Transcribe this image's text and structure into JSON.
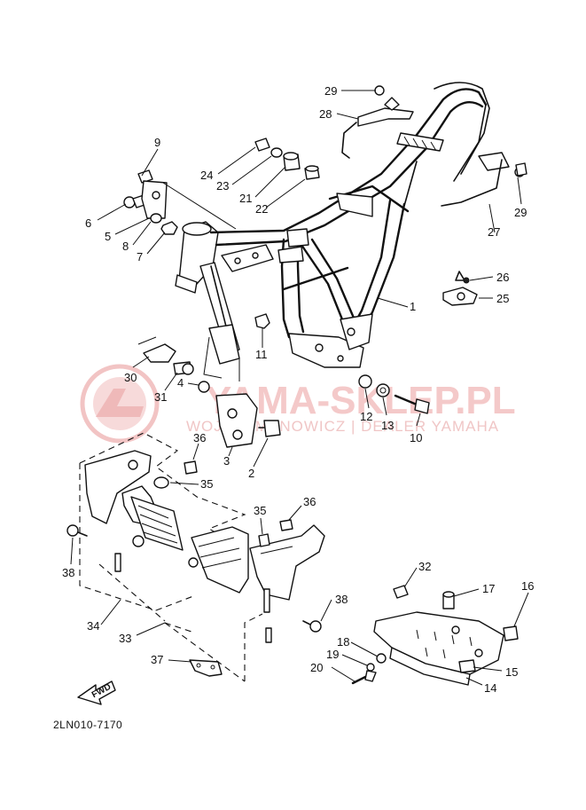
{
  "watermark": {
    "title": "YAMA-SKLEP.PL",
    "subtitle": "WOJCIK MANOWICZ | DEALER YAMAHA",
    "color": "#f2c4c4"
  },
  "diagram_code": "2LN010-7170",
  "fwd_label": "FWD",
  "parts": [
    {
      "id": "1",
      "label": "1"
    },
    {
      "id": "2",
      "label": "2"
    },
    {
      "id": "3",
      "label": "3"
    },
    {
      "id": "4",
      "label": "4"
    },
    {
      "id": "5",
      "label": "5"
    },
    {
      "id": "6",
      "label": "6"
    },
    {
      "id": "7",
      "label": "7"
    },
    {
      "id": "8",
      "label": "8"
    },
    {
      "id": "9",
      "label": "9"
    },
    {
      "id": "10",
      "label": "10"
    },
    {
      "id": "11",
      "label": "11"
    },
    {
      "id": "12",
      "label": "12"
    },
    {
      "id": "13",
      "label": "13"
    },
    {
      "id": "14",
      "label": "14"
    },
    {
      "id": "15",
      "label": "15"
    },
    {
      "id": "16",
      "label": "16"
    },
    {
      "id": "17",
      "label": "17"
    },
    {
      "id": "18",
      "label": "18"
    },
    {
      "id": "19",
      "label": "19"
    },
    {
      "id": "20",
      "label": "20"
    },
    {
      "id": "21",
      "label": "21"
    },
    {
      "id": "22",
      "label": "22"
    },
    {
      "id": "23",
      "label": "23"
    },
    {
      "id": "24",
      "label": "24"
    },
    {
      "id": "25",
      "label": "25"
    },
    {
      "id": "26",
      "label": "26"
    },
    {
      "id": "27",
      "label": "27"
    },
    {
      "id": "28",
      "label": "28"
    },
    {
      "id": "29a",
      "label": "29"
    },
    {
      "id": "29b",
      "label": "29"
    },
    {
      "id": "30",
      "label": "30"
    },
    {
      "id": "31",
      "label": "31"
    },
    {
      "id": "32",
      "label": "32"
    },
    {
      "id": "33",
      "label": "33"
    },
    {
      "id": "34",
      "label": "34"
    },
    {
      "id": "35a",
      "label": "35"
    },
    {
      "id": "35b",
      "label": "35"
    },
    {
      "id": "36a",
      "label": "36"
    },
    {
      "id": "36b",
      "label": "36"
    },
    {
      "id": "37",
      "label": "37"
    },
    {
      "id": "38a",
      "label": "38"
    },
    {
      "id": "38b",
      "label": "38"
    }
  ]
}
